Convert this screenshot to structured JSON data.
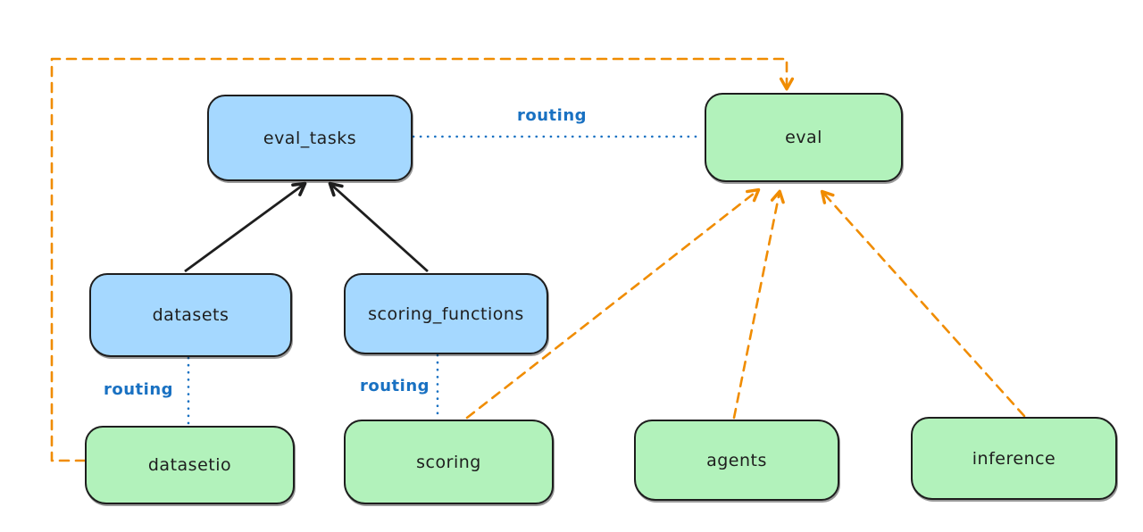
{
  "diagram": {
    "nodes": {
      "eval_tasks": {
        "label": "eval_tasks"
      },
      "eval": {
        "label": "eval"
      },
      "datasets": {
        "label": "datasets"
      },
      "scoring_functions": {
        "label": "scoring_functions"
      },
      "datasetio": {
        "label": "datasetio"
      },
      "scoring": {
        "label": "scoring"
      },
      "agents": {
        "label": "agents"
      },
      "inference": {
        "label": "inference"
      }
    },
    "edge_labels": {
      "eval_tasks_to_eval": "routing",
      "datasets_to_datasetio": "routing",
      "scoring_functions_to_scoring": "routing"
    },
    "colors": {
      "api_fill": "#a5d8ff",
      "provider_fill": "#b2f2bb",
      "node_stroke": "#1e1e1e",
      "solid_arrow": "#1e1e1e",
      "routing_line": "#1971c2",
      "dependency_line": "#f08c00",
      "background": "#ffffff"
    }
  }
}
